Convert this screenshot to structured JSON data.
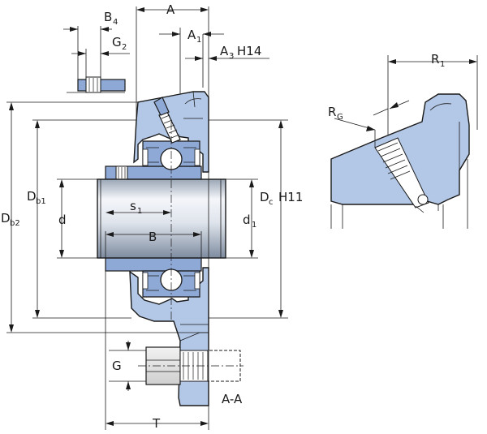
{
  "diagram": {
    "labels": {
      "A": "A",
      "A1": "A",
      "A1_sub": "1",
      "A3": "A",
      "A3_sub": "3",
      "A3_tol": "H14",
      "B4": "B",
      "B4_sub": "4",
      "G2": "G",
      "G2_sub": "2",
      "Db1": "D",
      "Db1_sub": "b1",
      "Db2": "D",
      "Db2_sub": "b2",
      "d": "d",
      "s1": "s",
      "s1_sub": "1",
      "B": "B",
      "d1": "d",
      "d1_sub": "1",
      "Dc": "D",
      "Dc_sub": "c",
      "Dc_tol": "H11",
      "G": "G",
      "T": "T",
      "section": "A-A",
      "R1": "R",
      "R1_sub": "1",
      "RG": "R",
      "RG_sub": "G"
    },
    "colors": {
      "part_fill": "#b3c7e6",
      "part_dark": "#8fa9d6",
      "shaft_light": "#f4f6fa",
      "shaft_dark": "#8a98ab",
      "line": "#1a1a1a"
    }
  }
}
